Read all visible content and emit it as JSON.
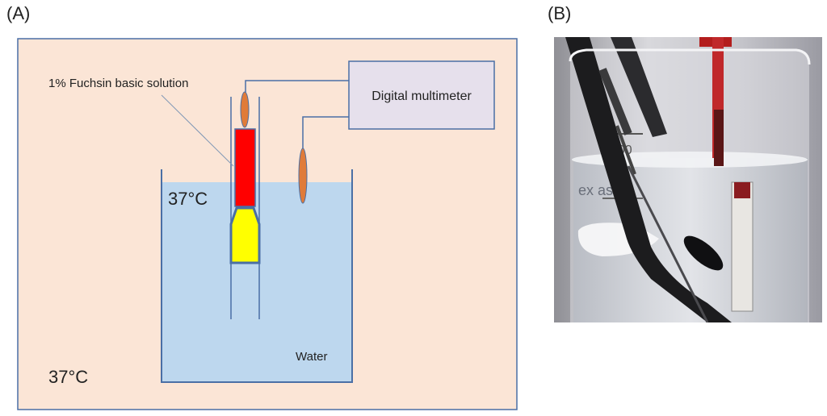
{
  "panels": {
    "a_label": "(A)",
    "b_label": "(B)"
  },
  "diagram": {
    "solution_label": "1% Fuchsin basic solution",
    "multimeter_label": "Digital multimeter",
    "temp_inside": "37°C",
    "temp_outside": "37°C",
    "water_label": "Water"
  },
  "photo": {
    "beaker_text": "ex ass",
    "scale_mark": "500"
  },
  "colors": {
    "background_panel": "#fbe5d6",
    "water": "#bdd7ee",
    "fuchsin": "#ff0000",
    "yellow_tip": "#ffff00",
    "multimeter_box": "#e6e0ec",
    "electrode": "#e07b39",
    "outline": "#4a6fa5"
  }
}
